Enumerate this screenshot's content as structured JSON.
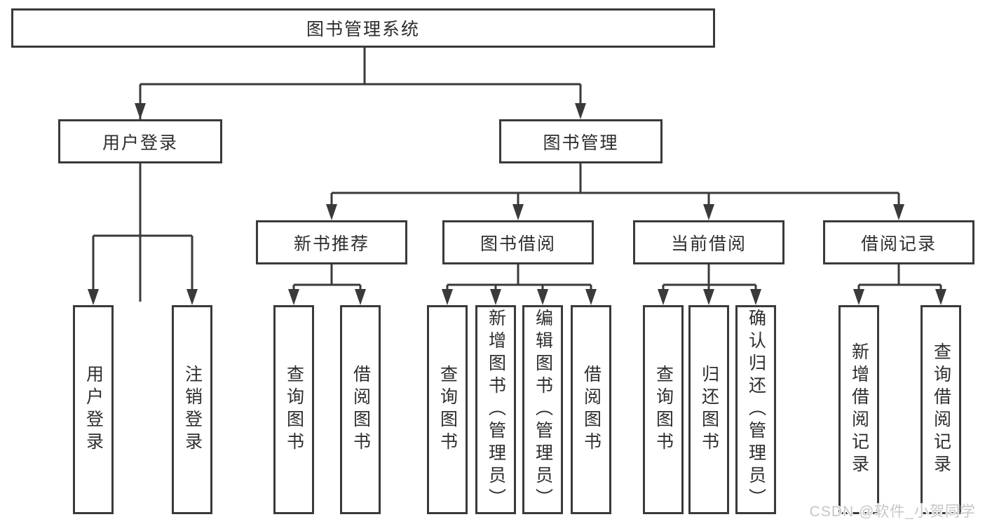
{
  "diagram_title": "图书管理系统",
  "tree": {
    "root": {
      "label": "图书管理系统",
      "children": [
        {
          "label": "用户登录",
          "children": [
            {
              "label": "用户登录"
            },
            {
              "label": "注销登录"
            }
          ]
        },
        {
          "label": "图书管理",
          "children": [
            {
              "label": "新书推荐",
              "children": [
                {
                  "label": "查询图书"
                },
                {
                  "label": "借阅图书"
                }
              ]
            },
            {
              "label": "图书借阅",
              "children": [
                {
                  "label": "查询图书"
                },
                {
                  "label": "新增图书（管理员）"
                },
                {
                  "label": "编辑图书（管理员）"
                },
                {
                  "label": "借阅图书"
                }
              ]
            },
            {
              "label": "当前借阅",
              "children": [
                {
                  "label": "查询图书"
                },
                {
                  "label": "归还图书"
                },
                {
                  "label": "确认归还（管理员）"
                }
              ]
            },
            {
              "label": "借阅记录",
              "children": [
                {
                  "label": "新增借阅记录"
                },
                {
                  "label": "查询借阅记录"
                }
              ]
            }
          ]
        }
      ]
    }
  },
  "watermark": {
    "text": "CSDN @软件_小贺同学"
  },
  "colors": {
    "line": "#3a3a3a",
    "box_border": "#3a3a3a",
    "box_fill": "#ffffff",
    "text": "#2e2e2e",
    "watermark": "#c6c6c6",
    "background": "#ffffff"
  }
}
